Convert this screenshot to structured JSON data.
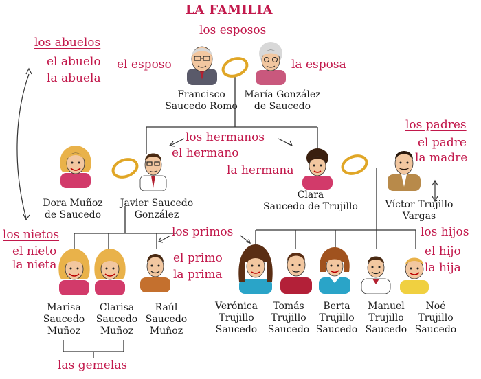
{
  "title": "LA FAMILIA",
  "labels": {
    "esposos": "los esposos",
    "esposo": "el esposo",
    "esposa": "la esposa",
    "abuelos": "los abuelos",
    "abuelo": "el abuelo",
    "abuela": "la abuela",
    "hermanos": "los hermanos",
    "hermano": "el hermano",
    "hermana": "la hermana",
    "padres": "los padres",
    "padre": "el padre",
    "madre": "la madre",
    "nietos": "los nietos",
    "nieto": "el nieto",
    "nieta": "la nieta",
    "primos": "los primos",
    "primo": "el primo",
    "prima": "la prima",
    "hijos": "los hijos",
    "hijo": "el hijo",
    "hija": "la hija",
    "gemelas": "las gemelas"
  },
  "people": {
    "francisco": [
      "Francisco",
      "Saucedo Romo"
    ],
    "maria": [
      "María González",
      "de Saucedo"
    ],
    "dora": [
      "Dora Muñoz",
      "de Saucedo"
    ],
    "javier": [
      "Javier Saucedo",
      "González"
    ],
    "clara": [
      "Clara",
      "Saucedo de Trujillo"
    ],
    "victor": [
      "Víctor Trujillo",
      "Vargas"
    ],
    "marisa": [
      "Marisa",
      "Saucedo",
      "Muñoz"
    ],
    "clarisa": [
      "Clarisa",
      "Saucedo",
      "Muñoz"
    ],
    "raul": [
      "Raúl",
      "Saucedo",
      "Muñoz"
    ],
    "veronica": [
      "Verónica",
      "Trujillo",
      "Saucedo"
    ],
    "tomas": [
      "Tomás",
      "Trujillo",
      "Saucedo"
    ],
    "berta": [
      "Berta",
      "Trujillo",
      "Saucedo"
    ],
    "manuel": [
      "Manuel",
      "Trujillo",
      "Saucedo"
    ],
    "noe": [
      "Noé",
      "Trujillo",
      "Saucedo"
    ]
  },
  "colors": {
    "label": "#c2184b",
    "ring": "#e0a626",
    "line": "#333333",
    "skin": "#f2c7a0",
    "hair_blond": "#e9b24a",
    "hair_dark": "#4a2a12",
    "hair_gray": "#d8d8d8"
  }
}
